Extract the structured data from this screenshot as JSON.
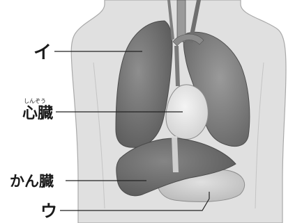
{
  "labels": {
    "i": "イ",
    "heart": "心臓",
    "heart_ruby": "しんぞう",
    "liver": "かん臓",
    "u": "ウ"
  },
  "colors": {
    "background": "#ffffff",
    "torso": "#dfdfdf",
    "torso_outline": "#a8a8a8",
    "lung": "#7a7a7a",
    "lung_dark": "#5e5e5e",
    "liver": "#6f6f6f",
    "heart": "#e6e6e6",
    "stomach": "#c9c9c9",
    "vessel": "#8a8a8a",
    "leader_line": "#222222",
    "text": "#1a1a1a"
  }
}
